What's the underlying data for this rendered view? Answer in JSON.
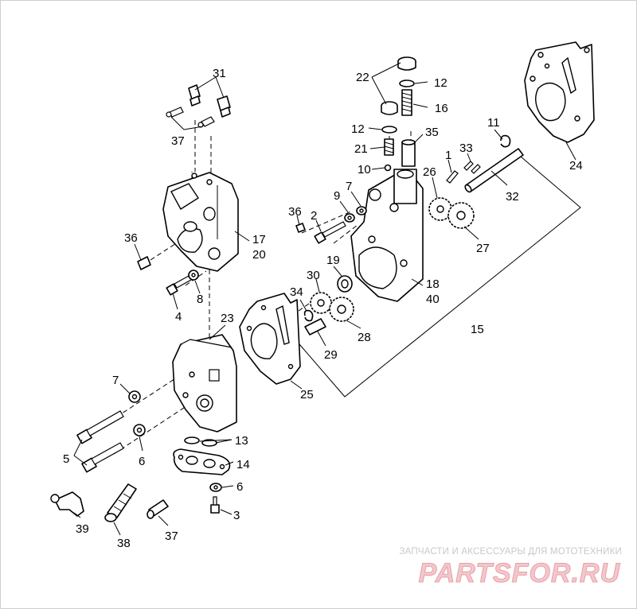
{
  "diagram": {
    "callouts": [
      "1",
      "2",
      "3",
      "4",
      "5",
      "6",
      "6",
      "7",
      "7",
      "8",
      "9",
      "10",
      "11",
      "12",
      "12",
      "13",
      "14",
      "15",
      "16",
      "17",
      "18",
      "19",
      "20",
      "21",
      "22",
      "23",
      "24",
      "25",
      "26",
      "27",
      "28",
      "29",
      "30",
      "31",
      "32",
      "33",
      "34",
      "35",
      "36",
      "36",
      "37",
      "37",
      "38",
      "39",
      "40"
    ]
  },
  "watermark": {
    "line1": "ЗАПЧАСТИ И АКСЕССУАРЫ ДЛЯ МОТОТЕХНИКИ",
    "logo": "PARTSFOR.RU",
    "color_text": "#c9c9c9",
    "color_logo": "#f2c8cc",
    "color_logo_outline": "#e8a0a8"
  }
}
